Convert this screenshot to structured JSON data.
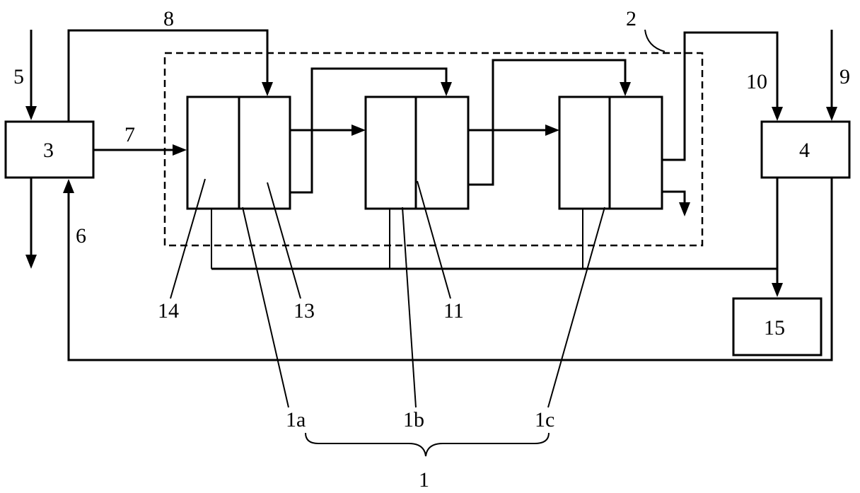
{
  "labels": {
    "n1": "1",
    "n1a": "1a",
    "n1b": "1b",
    "n1c": "1c",
    "n2": "2",
    "n3": "3",
    "n4": "4",
    "n5": "5",
    "n6": "6",
    "n7": "7",
    "n8": "8",
    "n9": "9",
    "n10": "10",
    "n11": "11",
    "n13": "13",
    "n14": "14",
    "n15": "15"
  }
}
